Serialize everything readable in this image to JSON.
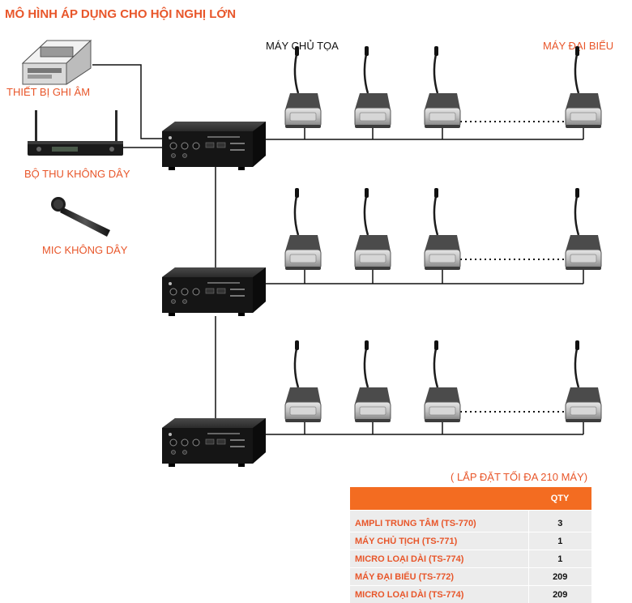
{
  "title": "MÔ HÌNH ÁP DỤNG CHO HỘI NGHỊ LỚN",
  "labels": {
    "recorder": "THIẾT BỊ GHI ÂM",
    "receiver": "BỘ THU KHÔNG DÂY",
    "wireless_mic": "MIC KHÔNG DÂY",
    "chairman": "MÁY CHỦ TỌA",
    "delegate": "MÁY ĐẠI BIỂU"
  },
  "note": "( LẮP ĐẶT TỐI ĐA 210 MÁY)",
  "table": {
    "header": {
      "item": "",
      "qty": "QTY"
    },
    "rows": [
      {
        "item": "AMPLI TRUNG TÂM (TS-770)",
        "qty": "3"
      },
      {
        "item": "MÁY CHỦ TỊCH (TS-771)",
        "qty": "1"
      },
      {
        "item": "MICRO LOẠI DÀI (TS-774)",
        "qty": "1"
      },
      {
        "item": "MÁY ĐẠI BIỂU (TS-772)",
        "qty": "209"
      },
      {
        "item": "MICRO LOẠI DÀI (TS-774)",
        "qty": "209"
      }
    ]
  },
  "colors": {
    "accent": "#e8562a",
    "table_header": "#f36c21",
    "table_row": "#ececec"
  }
}
